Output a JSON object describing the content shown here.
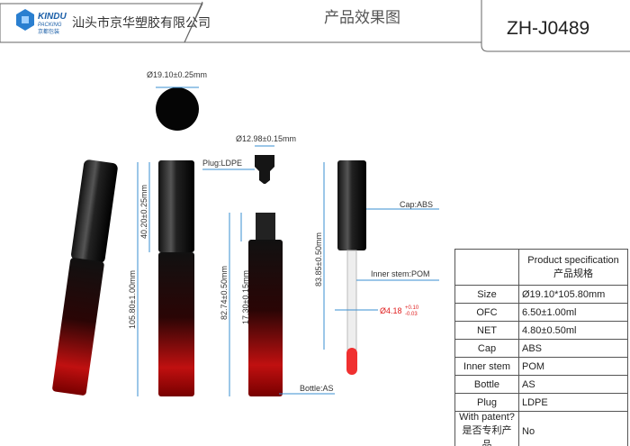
{
  "header": {
    "brand": "KINDU",
    "brand_sub": "PACKING",
    "brand_cn": "京都包装",
    "company": "汕头市京华塑胶有限公司",
    "title": "产品效果图",
    "model": "ZH-J0489"
  },
  "dims": {
    "cap_dia": "Ø19.10±0.25mm",
    "plug_dia": "Ø12.98±0.15mm",
    "total_h": "105.80±1.00mm",
    "cap_h": "40.20±0.25mm",
    "bottle_h": "82.74±0.50mm",
    "neck_h": "17.30±0.15mm",
    "stem_h": "83.85±0.50mm",
    "stem_dia": "Ø4.18",
    "stem_tol_plus": "+0.10",
    "stem_tol_minus": "-0.03"
  },
  "labels": {
    "plug": "Plug:LDPE",
    "cap": "Cap:ABS",
    "inner_stem": "Inner stem:POM",
    "bottle": "Bottle:AS"
  },
  "spec": {
    "header_en": "Product specification",
    "header_cn": "产品规格",
    "rows": [
      {
        "k": "Size",
        "v": "Ø19.10*105.80mm"
      },
      {
        "k": "OFC",
        "v": "6.50±1.00ml"
      },
      {
        "k": "NET",
        "v": "4.80±0.50ml"
      },
      {
        "k": "Cap",
        "v": "ABS"
      },
      {
        "k": "Inner stem",
        "v": "POM"
      },
      {
        "k": "Bottle",
        "v": "AS"
      },
      {
        "k": "Plug",
        "v": "LDPE"
      }
    ],
    "patent_en": "With patent?",
    "patent_cn": "是否专利产品",
    "patent_v": "No"
  },
  "colors": {
    "dim": "#3a8fd0",
    "red": "#e02020"
  }
}
